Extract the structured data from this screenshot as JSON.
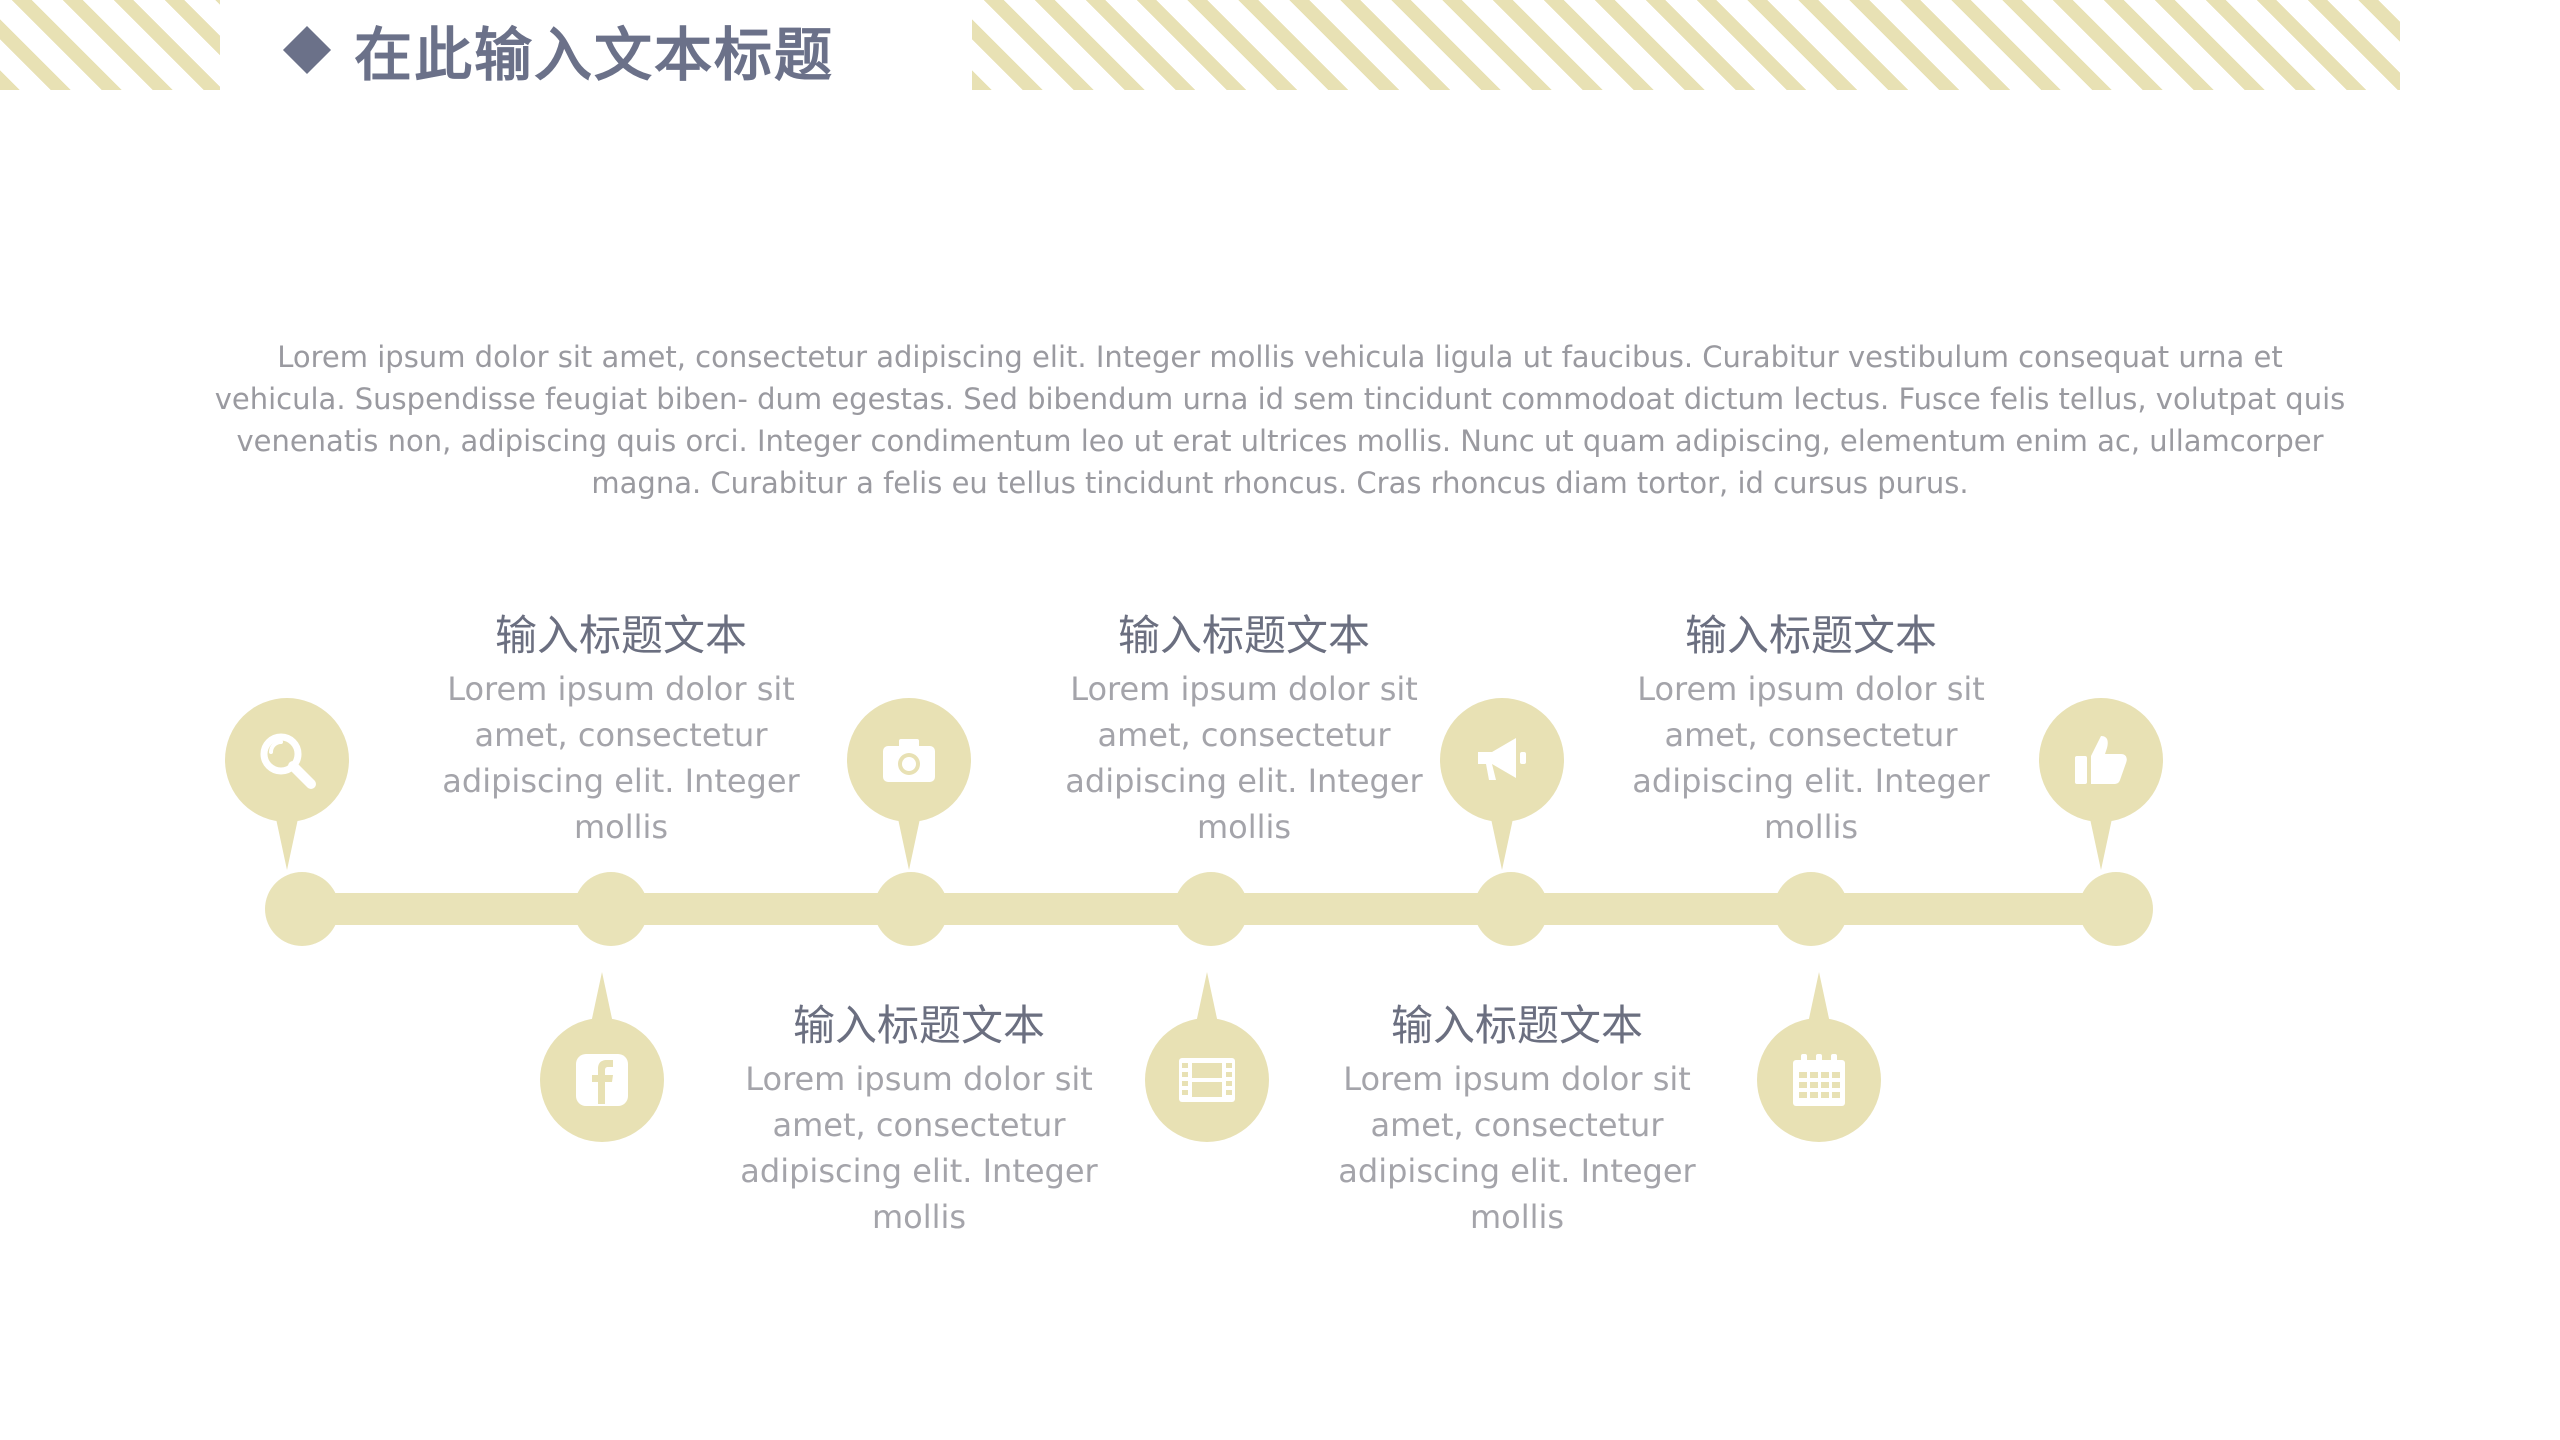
{
  "title": "在此输入文本标题",
  "intro": "Lorem ipsum dolor sit amet, consectetur adipiscing elit. Integer mollis vehicula ligula ut faucibus. Curabitur vestibulum consequat urna et vehicula. Suspendisse feugiat biben- dum egestas. Sed bibendum urna id sem tincidunt commodoat dictum lectus. Fusce felis tellus, volutpat quis venenatis non, adipiscing quis orci. Integer condimentum leo ut erat ultrices mollis. Nunc ut quam adipiscing, elementum enim ac, ullamcorper magna. Curabitur a felis eu tellus tincidunt rhoncus. Cras rhoncus diam tortor, id cursus purus.",
  "colors": {
    "accent": "#e8e1b4",
    "title": "#6b7189",
    "body_text": "#9a9aa0",
    "icon": "#ffffff"
  },
  "milestones": [
    {
      "icon": "search-icon"
    },
    {
      "icon": "facebook-icon"
    },
    {
      "icon": "camera-icon"
    },
    {
      "icon": "film-icon"
    },
    {
      "icon": "megaphone-icon"
    },
    {
      "icon": "calendar-icon"
    },
    {
      "icon": "thumbs-up-icon"
    }
  ],
  "blocks": [
    {
      "title": "输入标题文本",
      "body": "Lorem ipsum dolor sit amet, consectetur adipiscing elit. Integer mollis"
    },
    {
      "title": "输入标题文本",
      "body": "Lorem ipsum dolor sit amet, consectetur adipiscing elit. Integer mollis"
    },
    {
      "title": "输入标题文本",
      "body": "Lorem ipsum dolor sit amet, consectetur adipiscing elit. Integer mollis"
    },
    {
      "title": "输入标题文本",
      "body": "Lorem ipsum dolor sit amet, consectetur adipiscing elit. Integer mollis"
    },
    {
      "title": "输入标题文本",
      "body": "Lorem ipsum dolor sit amet, consectetur adipiscing elit. Integer mollis"
    }
  ]
}
